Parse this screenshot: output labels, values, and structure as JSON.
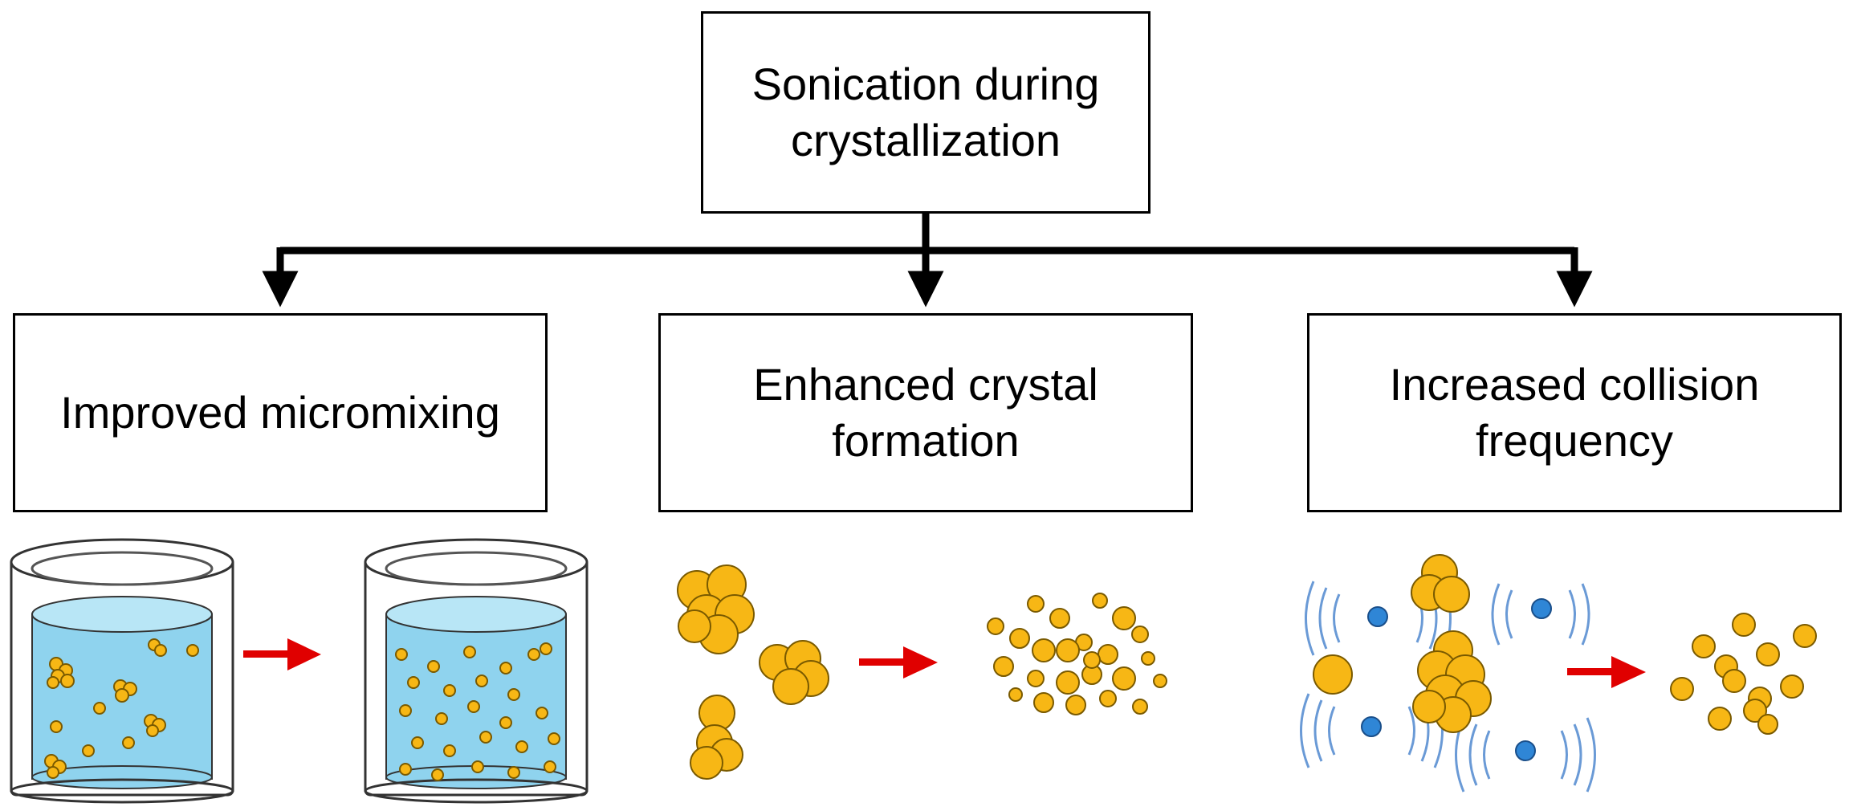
{
  "root": {
    "line1": "Sonication during",
    "line2": "crystallization"
  },
  "effects": [
    {
      "line1": "Improved micromixing",
      "line2": ""
    },
    {
      "line1": "Enhanced crystal",
      "line2": "formation"
    },
    {
      "line1": "Increased collision",
      "line2": "frequency"
    }
  ],
  "colors": {
    "line": "#000000",
    "arrow": "#e00000",
    "particle": "#f7b715",
    "particle_stroke": "#7a5a00",
    "water": "#8fd3ee",
    "bubble": "#2f86d6",
    "wave": "#6a9ad6"
  },
  "icons": [
    "flow-arrow-icon",
    "beaker-icon",
    "particle-cluster-icon",
    "cavitation-bubble-icon",
    "process-arrow-icon"
  ]
}
